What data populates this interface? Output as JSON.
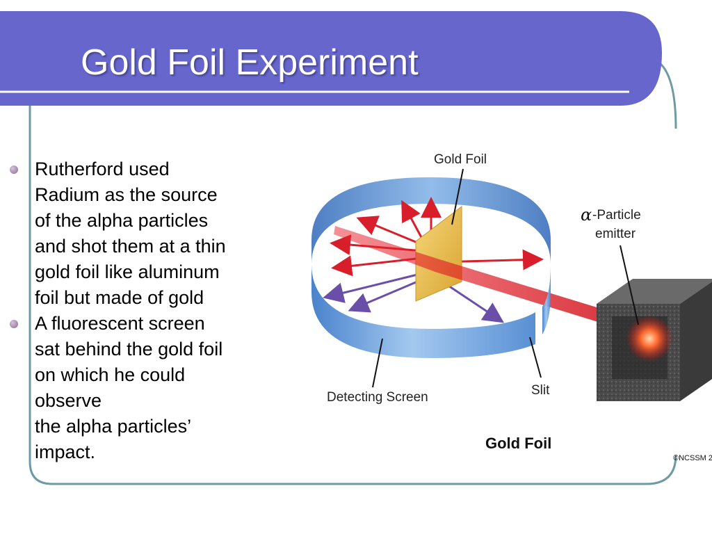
{
  "slide": {
    "title": "Gold Foil Experiment",
    "colors": {
      "header": "#6666cc",
      "frame": "#6d9aa3",
      "bullet": "#9a7aa3"
    }
  },
  "bullets": [
    {
      "lines": [
        "Rutherford used",
        "Radium as the source",
        "of the alpha particles",
        "and shot them at a thin",
        "gold foil like aluminum",
        "foil but made of gold"
      ]
    },
    {
      "lines": [
        "A fluorescent screen",
        "sat behind the gold foil",
        "on which he could",
        "observe",
        "the alpha particles’",
        "impact."
      ]
    }
  ],
  "diagram": {
    "labels": {
      "gold_foil_top": "Gold Foil",
      "alpha_symbol": "α",
      "emitter_line1": "-Particle",
      "emitter_line2": "emitter",
      "detecting_screen": "Detecting Screen",
      "slit": "Slit",
      "caption": "Gold Foil",
      "copyright": "©NCSSM 2"
    }
  }
}
